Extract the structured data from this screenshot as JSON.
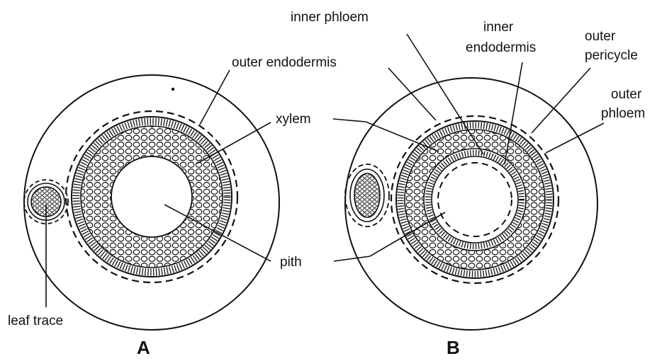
{
  "panels": {
    "a": {
      "letter": "A"
    },
    "b": {
      "letter": "B"
    }
  },
  "labels": {
    "outer_endodermis": "outer endodermis",
    "xylem": "xylem",
    "pith": "pith",
    "leaf_trace": "leaf trace",
    "inner_phloem": "inner phloem",
    "inner_endodermis_line1": "inner",
    "inner_endodermis_line2": "endodermis",
    "outer_pericycle_line1": "outer",
    "outer_pericycle_line2": "pericycle",
    "outer_phloem_line1": "outer",
    "outer_phloem_line2": "phloem"
  }
}
